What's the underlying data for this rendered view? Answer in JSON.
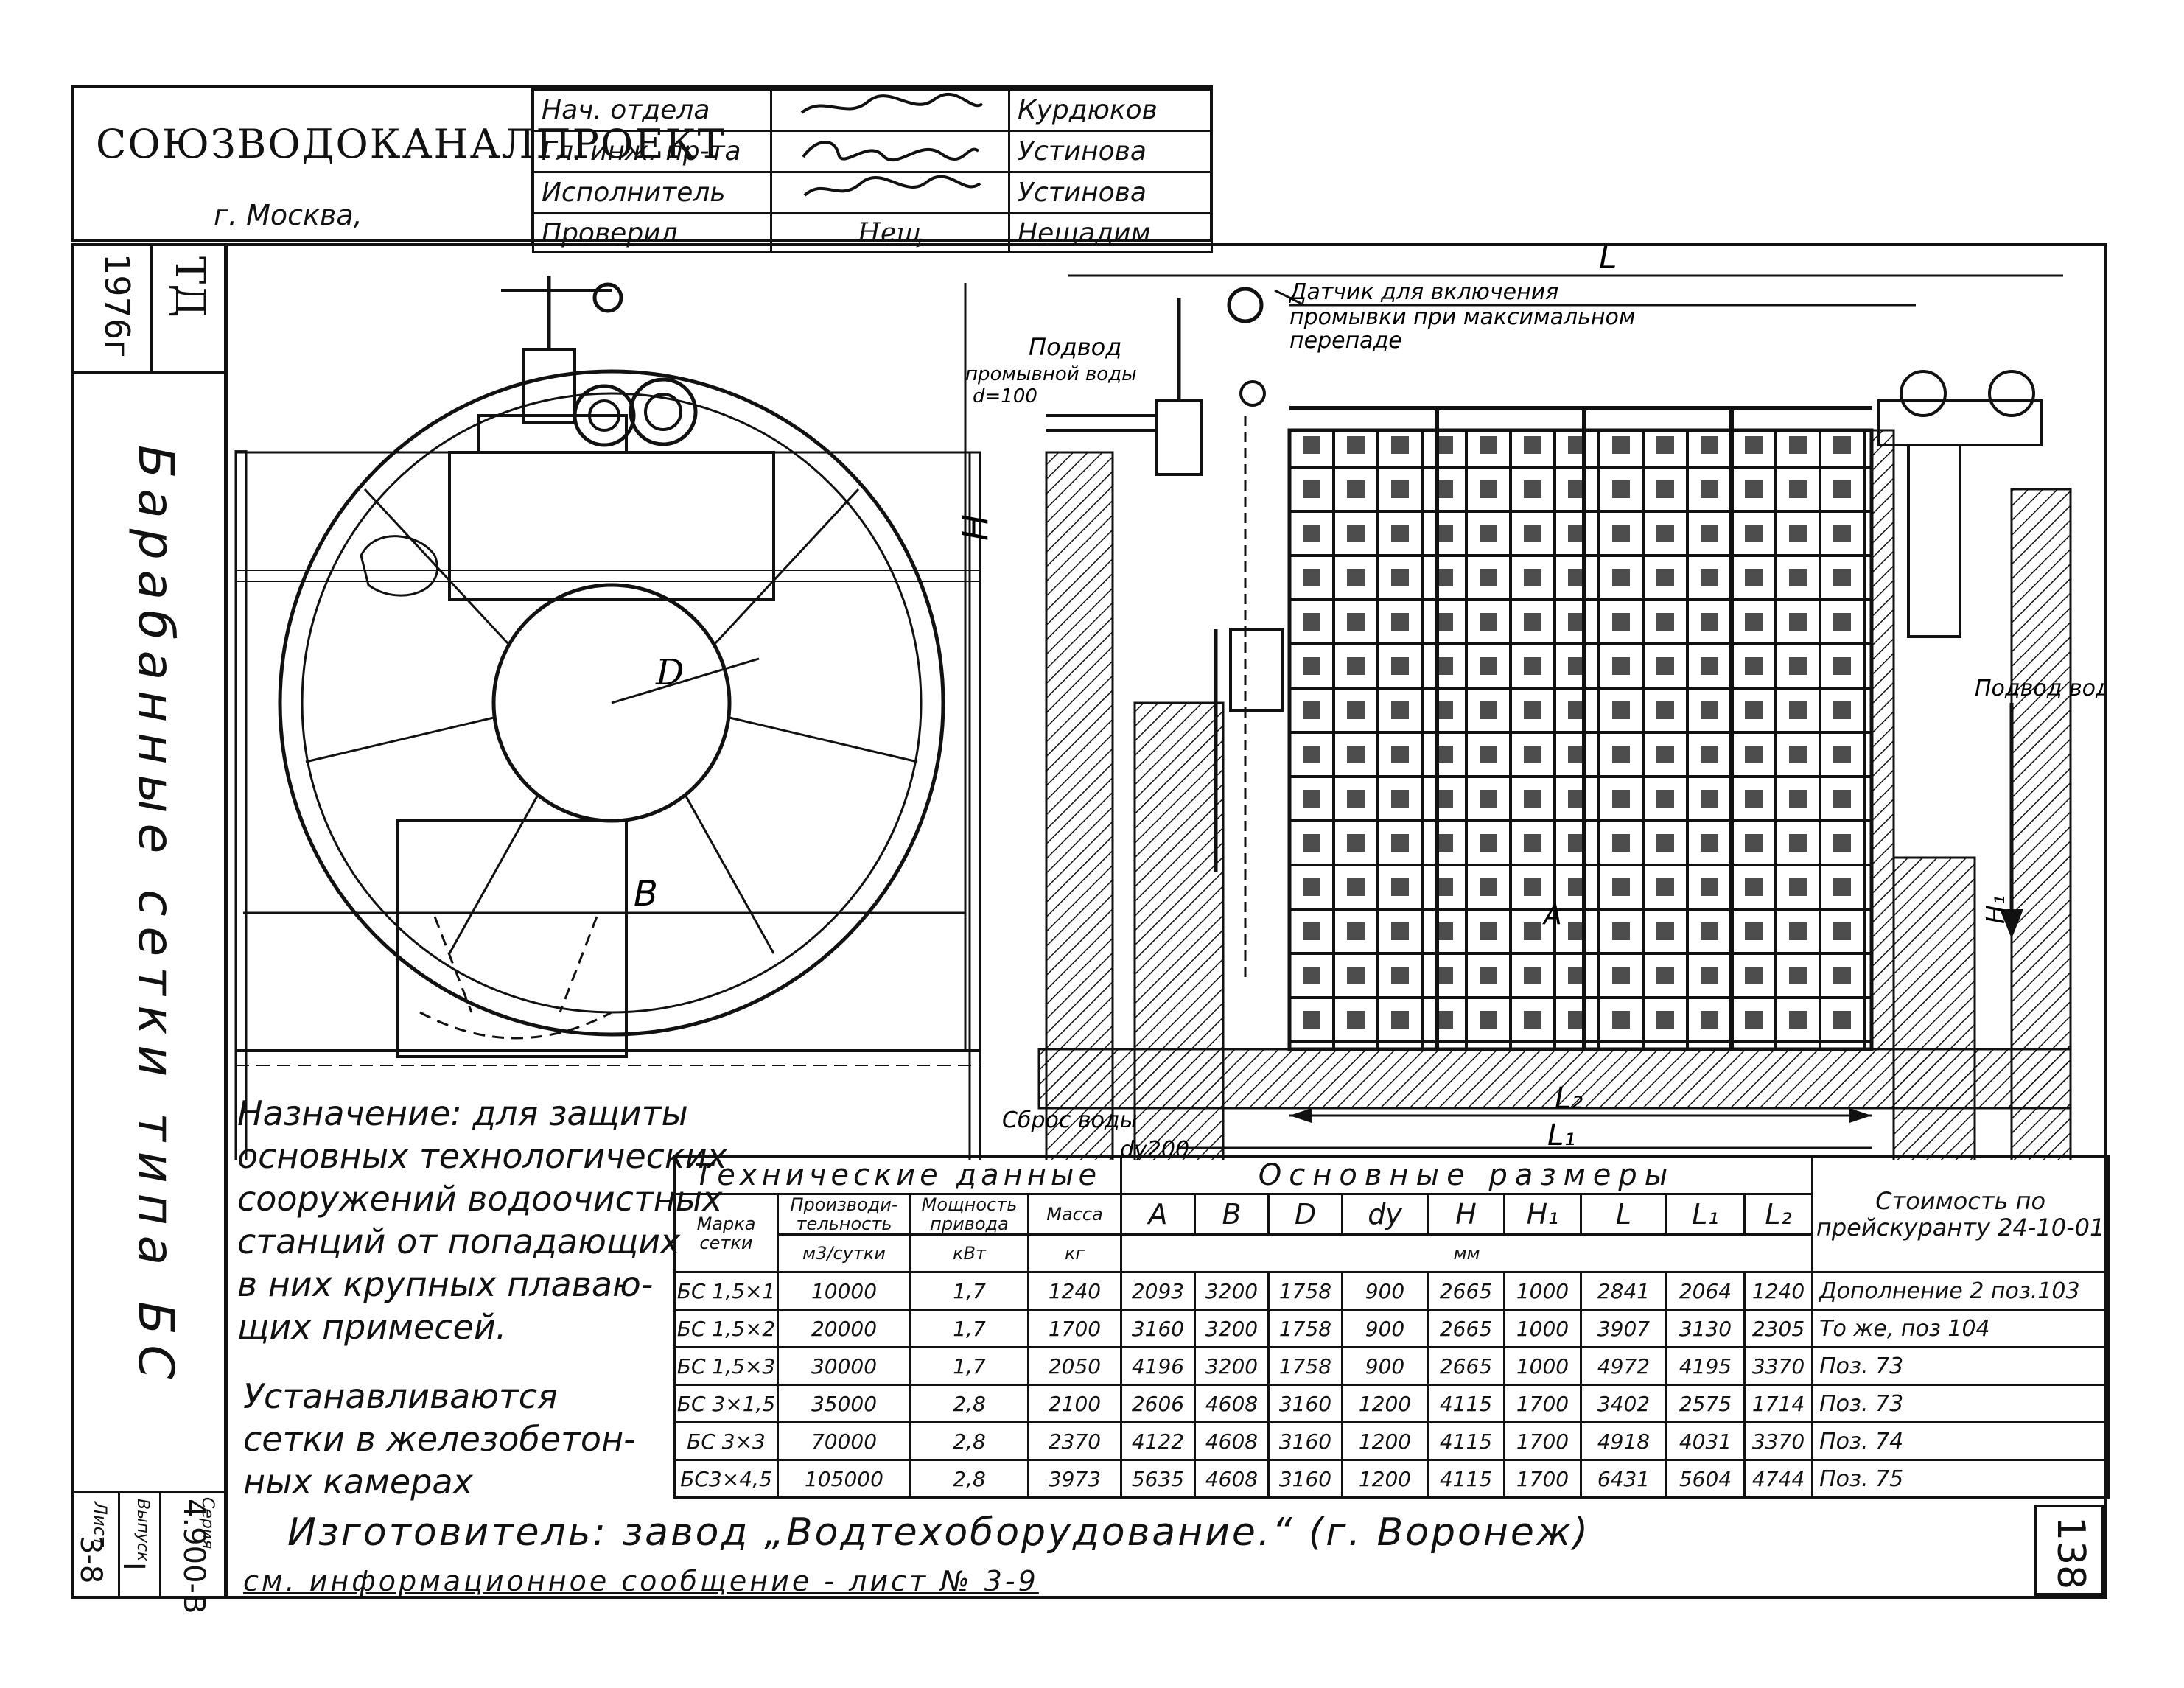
{
  "stamp": {
    "organization": "СОЮЗВОДОКАНАЛПРОЕКТ",
    "city": "г. Москва,",
    "rows": [
      {
        "role": "Нач. отдела",
        "name": "Курдюков"
      },
      {
        "role": "Гл. инж. пр-та",
        "name": "Устинова"
      },
      {
        "role": "Исполнитель",
        "name": "Устинова"
      },
      {
        "role": "Проверил",
        "signature": "Нещ",
        "name": "Нещадим"
      }
    ]
  },
  "side": {
    "year": "1976г",
    "code": "ТД",
    "title": "Барабанные сетки типа БС",
    "series": "Серия 4.900-В",
    "series_label": "Серия",
    "series_value": "4.900-В",
    "vypusk_label": "Выпуск",
    "vypusk_value": "I",
    "list_label": "Лист",
    "list_value": "3-8"
  },
  "drawing": {
    "label_L": "L",
    "label_H": "H",
    "label_D": "D",
    "label_B": "B",
    "label_A": "A",
    "label_H1": "H₁",
    "label_L1": "L₁",
    "label_L2": "L₂",
    "sensor_label": "Датчик для включения промывки при максимальном перепаде",
    "sensor_line1": "Датчик для включения",
    "sensor_line2": "промывки при максимальном",
    "sensor_line3": "перепаде",
    "flush_line1": "Подвод",
    "flush_line2": "промывной воды",
    "flush_d": "d=100",
    "water_in": "Подвод воды",
    "discharge": "Сброс воды",
    "discharge_d": "dу200"
  },
  "purpose": {
    "lines": [
      "Назначение: для защиты",
      "основных технологических",
      "сооружений водоочистных",
      "станций от попадающих",
      "в них крупных плаваю-",
      "щих примесей."
    ]
  },
  "install": {
    "lines": [
      "Устанавливаются",
      "сетки в железобетон-",
      "ных камерах"
    ]
  },
  "table": {
    "tech_header": "Технические данные",
    "dims_header": "Основные размеры",
    "cost_header": "Стоимость по прейскуранту 24-10-01",
    "col_mark": "Марка сетки",
    "col_capacity": "Производи-тельность",
    "col_power": "Мощность привода",
    "col_mass": "Масса",
    "unit_capacity": "м3/сутки",
    "unit_power": "кВт",
    "unit_mass": "кг",
    "unit_dims": "мм",
    "dim_cols": [
      "A",
      "B",
      "D",
      "dy",
      "H",
      "H₁",
      "L",
      "L₁",
      "L₂"
    ],
    "rows": [
      {
        "mark": "БС 1,5×1",
        "capacity": "10000",
        "power": "1,7",
        "mass": "1240",
        "dims": [
          "2093",
          "3200",
          "1758",
          "900",
          "2665",
          "1000",
          "2841",
          "2064",
          "1240"
        ],
        "cost": "Дополнение 2 поз.103"
      },
      {
        "mark": "БС 1,5×2",
        "capacity": "20000",
        "power": "1,7",
        "mass": "1700",
        "dims": [
          "3160",
          "3200",
          "1758",
          "900",
          "2665",
          "1000",
          "3907",
          "3130",
          "2305"
        ],
        "cost": "То же,    поз 104"
      },
      {
        "mark": "БС 1,5×3",
        "capacity": "30000",
        "power": "1,7",
        "mass": "2050",
        "dims": [
          "4196",
          "3200",
          "1758",
          "900",
          "2665",
          "1000",
          "4972",
          "4195",
          "3370"
        ],
        "cost": "Поз. 73"
      },
      {
        "mark": "БС 3×1,5",
        "capacity": "35000",
        "power": "2,8",
        "mass": "2100",
        "dims": [
          "2606",
          "4608",
          "3160",
          "1200",
          "4115",
          "1700",
          "3402",
          "2575",
          "1714"
        ],
        "cost": "Поз. 73"
      },
      {
        "mark": "БС 3×3",
        "capacity": "70000",
        "power": "2,8",
        "mass": "2370",
        "dims": [
          "4122",
          "4608",
          "3160",
          "1200",
          "4115",
          "1700",
          "4918",
          "4031",
          "3370"
        ],
        "cost": "Поз. 74"
      },
      {
        "mark": "БС3×4,5",
        "capacity": "105000",
        "power": "2,8",
        "mass": "3973",
        "dims": [
          "5635",
          "4608",
          "3160",
          "1200",
          "4115",
          "1700",
          "6431",
          "5604",
          "4744"
        ],
        "cost": "Поз. 75"
      }
    ]
  },
  "footer": {
    "manufacturer": "Изготовитель: завод „Водтехоборудование.“  (г. Воронеж)",
    "reference": "см. информационное сообщение - лист № 3-9",
    "sheet_number": "138"
  }
}
